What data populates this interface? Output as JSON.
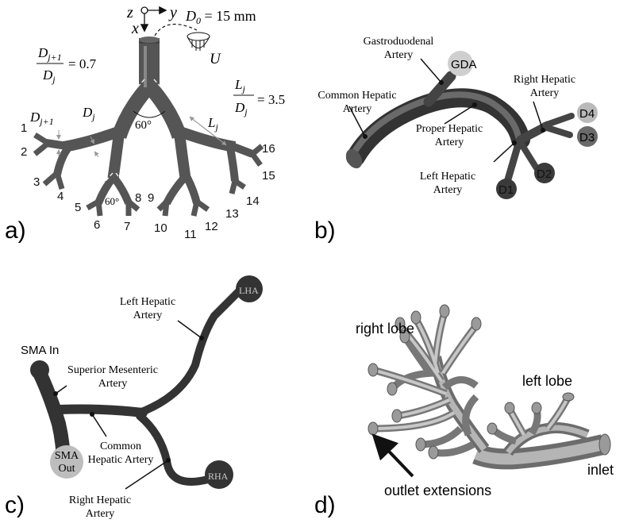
{
  "colors": {
    "vessel": "#4a4a4a",
    "vessel_light": "#8a8a8a",
    "ball_light": "#c9c9c9",
    "ball_dark": "#3a3a3a"
  },
  "panel_a": {
    "label": "a)",
    "axis_z": "z",
    "axis_y": "y",
    "axis_x": "x",
    "d0_label": "D",
    "d0_sub": "0",
    "d0_value": " = 15 mm",
    "inlet_symbol": "U",
    "ratio_d_num": "D",
    "ratio_d_num_sub": "j+1",
    "ratio_d_den": "D",
    "ratio_d_den_sub": "j",
    "ratio_d_value": "= 0.7",
    "ratio_l_num": "L",
    "ratio_l_num_sub": "j",
    "ratio_l_den": "D",
    "ratio_l_den_sub": "j",
    "ratio_l_value": "= 3.5",
    "branch_d_next": "D",
    "branch_d_next_sub": "j+1",
    "branch_d": "D",
    "branch_d_sub": "j",
    "branch_l": "L",
    "branch_l_sub": "j",
    "angle_big": "60°",
    "angle_small": "60°",
    "outlets": [
      "1",
      "2",
      "3",
      "4",
      "5",
      "6",
      "7",
      "8",
      "9",
      "10",
      "11",
      "12",
      "13",
      "14",
      "15",
      "16"
    ]
  },
  "panel_b": {
    "label": "b)",
    "gastroduodenal": [
      "Gastroduodenal",
      "Artery"
    ],
    "gda": "GDA",
    "right_hepatic": [
      "Right Hepatic",
      "Artery"
    ],
    "common_hepatic": [
      "Common Hepatic",
      "Artery"
    ],
    "proper_hepatic": [
      "Proper Hepatic",
      "Artery"
    ],
    "left_hepatic": [
      "Left Hepatic",
      "Artery"
    ],
    "outlets": [
      "D4",
      "D3",
      "D2",
      "D1"
    ]
  },
  "panel_c": {
    "label": "c)",
    "lha": "LHA",
    "left_hepatic": [
      "Left Hepatic",
      "Artery"
    ],
    "sma_in": "SMA In",
    "superior_mesenteric": [
      "Superior Mesenteric",
      "Artery"
    ],
    "common_hepatic": [
      "Common",
      "Hepatic Artery"
    ],
    "sma_out": [
      "SMA",
      "Out"
    ],
    "rha": "RHA",
    "right_hepatic": [
      "Right Hepatic",
      "Artery"
    ]
  },
  "panel_d": {
    "label": "d)",
    "right_lobe": "right lobe",
    "left_lobe": "left lobe",
    "inlet": "inlet",
    "outlet_extensions": "outlet extensions"
  }
}
